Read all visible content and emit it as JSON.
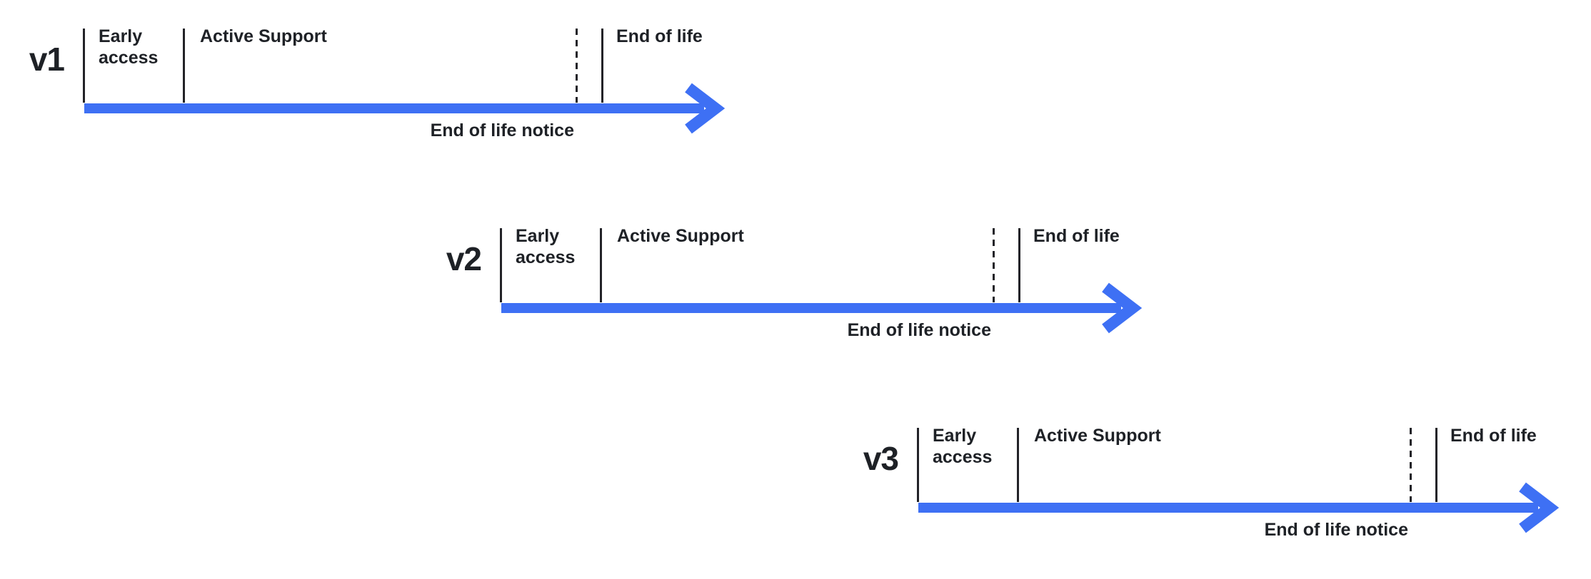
{
  "colors": {
    "background": "#ffffff",
    "arrow_blue": "#3e70f4",
    "line_dark": "#232328",
    "text_dark": "#1e2126"
  },
  "rows": [
    {
      "version": "v1",
      "early_access": "Early access",
      "active_support": "Active Support",
      "end_of_life": "End of life",
      "end_of_life_notice": "End of life notice"
    },
    {
      "version": "v2",
      "early_access": "Early access",
      "active_support": "Active Support",
      "end_of_life": "End of life",
      "end_of_life_notice": "End of life notice"
    },
    {
      "version": "v3",
      "early_access": "Early access",
      "active_support": "Active Support",
      "end_of_life": "End of life",
      "end_of_life_notice": "End of life notice"
    }
  ]
}
